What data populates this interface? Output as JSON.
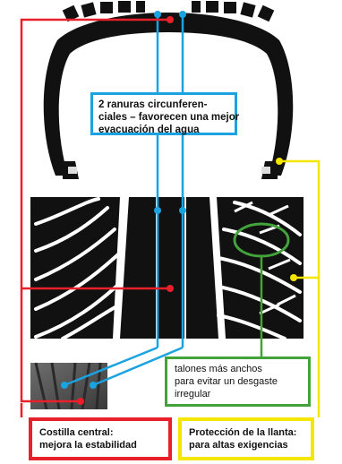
{
  "callouts": {
    "grooves": {
      "lines": [
        "2 ranuras circunferen-",
        "ciales – favorecen una mejor",
        "evacuación del agua"
      ],
      "color": "#1aa3e0"
    },
    "shoulder": {
      "lines": [
        "talones más anchos",
        "para evitar un desgaste",
        "irregular"
      ],
      "color": "#43a33b"
    },
    "central_rib": {
      "lines": [
        "Costilla central:",
        "mejora la estabilidad"
      ],
      "color": "#e8202a"
    },
    "rim_protection": {
      "lines": [
        "Protección de la llanta:",
        "para altas exigencias"
      ],
      "color": "#f5e600"
    }
  },
  "illustrations": [
    "tire-cross-section",
    "tread-pattern",
    "tread-photo-detail"
  ]
}
